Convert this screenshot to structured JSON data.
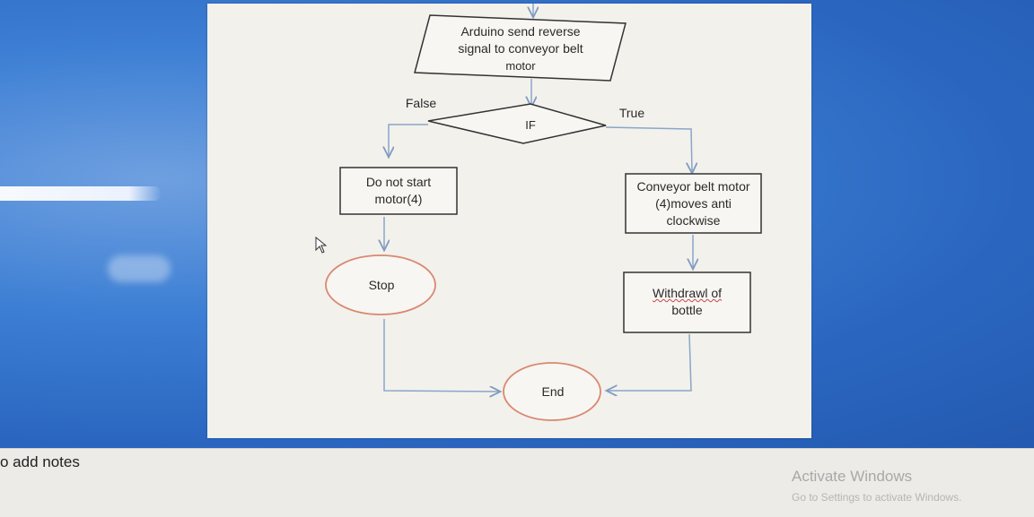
{
  "flowchart": {
    "start_box": "Arduino send reverse signal to conveyor belt motor",
    "start_lines": [
      "Arduino send reverse",
      "signal to conveyor belt",
      "motor"
    ],
    "decision": "IF",
    "false_label": "False",
    "true_label": "True",
    "left_box_lines": [
      "Do not start",
      "motor(4)"
    ],
    "right_box_lines": [
      "Conveyor belt motor",
      "(4)moves anti",
      "clockwise"
    ],
    "stop": "Stop",
    "withdraw_lines": [
      "Withdrawl of",
      "bottle"
    ],
    "end": "End"
  },
  "notes": {
    "placeholder": "o add notes"
  },
  "watermark": {
    "title": "Activate Windows",
    "subtitle": "Go to Settings to activate Windows."
  },
  "colors": {
    "slide_bg": "#f2f1ec",
    "line": "#8aa6c8",
    "ellipse": "#d98870",
    "desktop": "#2f6fc6"
  }
}
